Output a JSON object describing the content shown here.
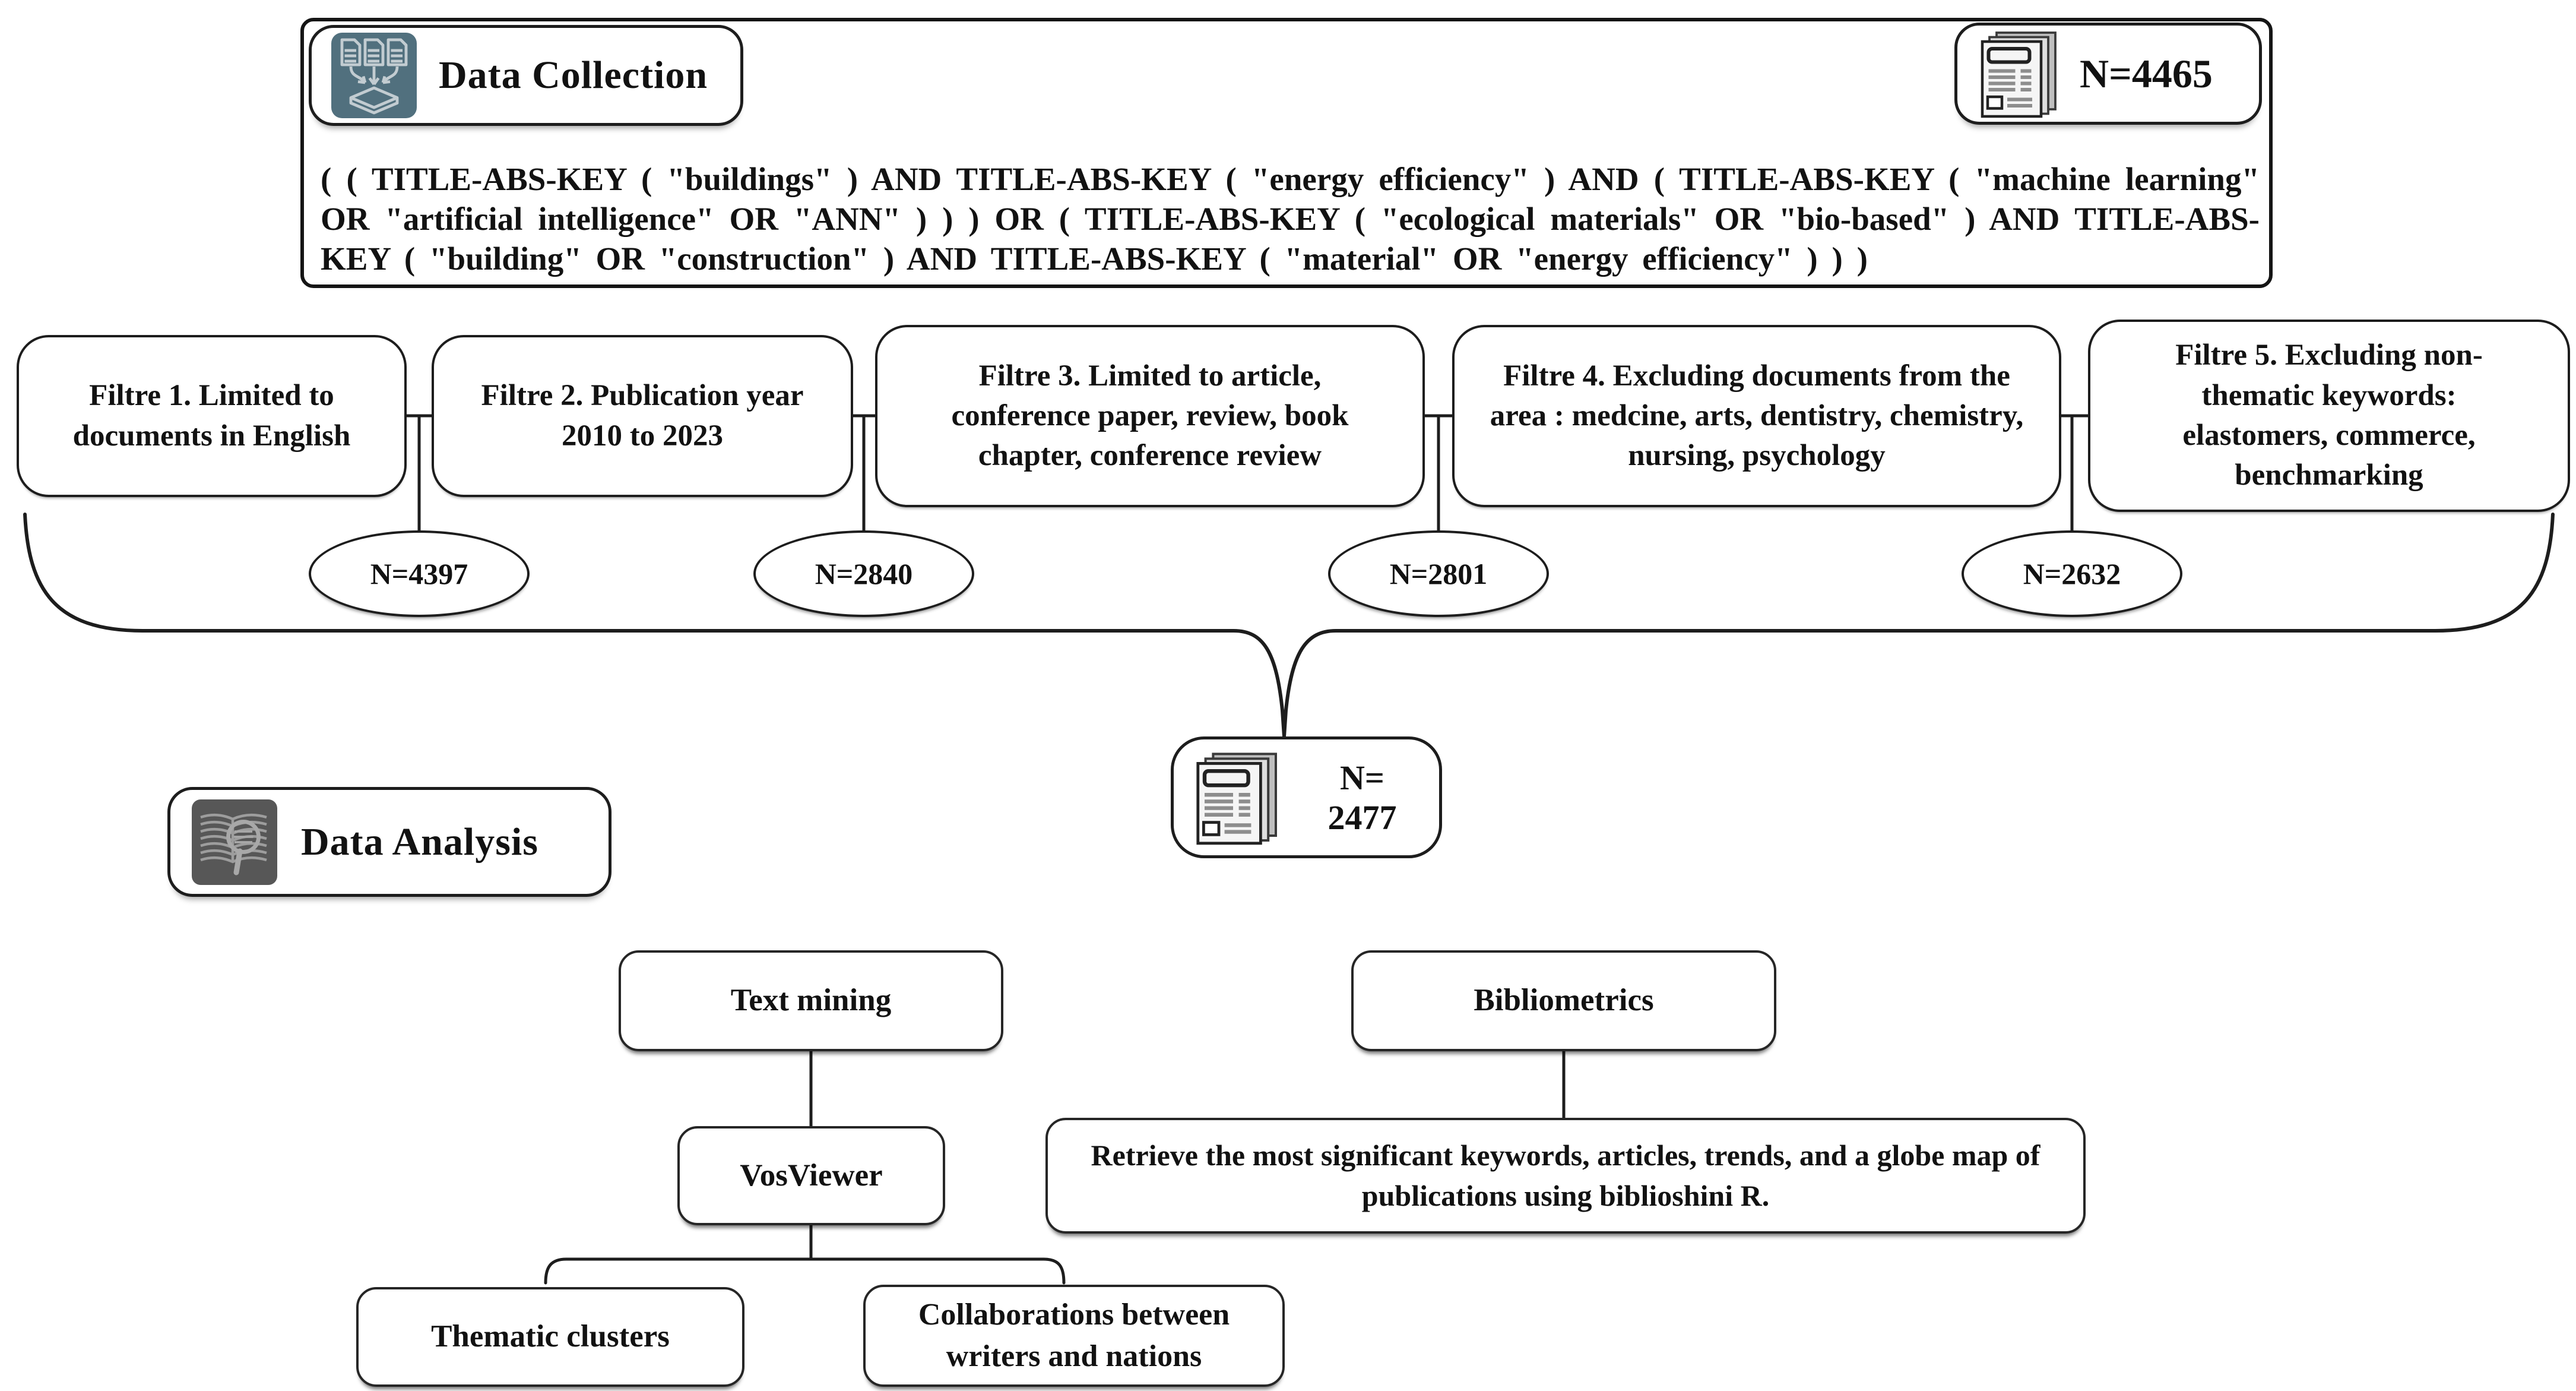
{
  "colors": {
    "line": "#1d1d1d",
    "slate_icon_bg": "#51707e",
    "slate_icon_stroke": "#c2ccd1",
    "dark_icon_bg": "#575757",
    "dark_icon_stroke": "#9d9d9d"
  },
  "data_collection": {
    "title": "Data Collection",
    "count": "N=4465",
    "query": "( ( TITLE-ABS-KEY ( \"buildings\" ) AND TITLE-ABS-KEY ( \"energy efficiency\" ) AND ( TITLE-ABS-KEY ( \"machine learning\" OR \"artificial intelligence\" OR \"ANN\" ) ) ) OR ( TITLE-ABS-KEY ( \"ecological materials\" OR \"bio-based\" ) AND TITLE-ABS-KEY ( \"building\" OR \"construction\" ) AND TITLE-ABS-KEY ( \"material\" OR \"energy efficiency\" ) ) )"
  },
  "filters": [
    {
      "label": "Filtre 1. Limited to documents in English"
    },
    {
      "label": "Filtre 2. Publication year 2010 to 2023"
    },
    {
      "label": "Filtre 3. Limited to article, conference paper, review, book chapter, conference review"
    },
    {
      "label": "Filtre 4. Excluding documents from the area : medcine, arts, dentistry, chemistry, nursing, psychology"
    },
    {
      "label": "Filtre 5. Excluding non-thematic keywords: elastomers, commerce, benchmarking"
    }
  ],
  "filter_counts": [
    {
      "value": "N=4397"
    },
    {
      "value": "N=2840"
    },
    {
      "value": "N=2801"
    },
    {
      "value": "N=2632"
    }
  ],
  "merged": {
    "count": "N= 2477"
  },
  "data_analysis": {
    "title": "Data Analysis",
    "text_mining": "Text mining",
    "bibliometrics": "Bibliometrics",
    "vosviewer": "VosViewer",
    "bibliometrics_output": "Retrieve the most significant keywords, articles, trends, and a globe map of publications using biblioshini R.",
    "thematic_clusters": "Thematic clusters",
    "collaborations": "Collaborations between writers and nations"
  },
  "icons": {
    "data_collection": "documents-merge-icon",
    "record_count": "newspaper-stack-icon",
    "data_analysis": "book-magnifier-icon"
  }
}
